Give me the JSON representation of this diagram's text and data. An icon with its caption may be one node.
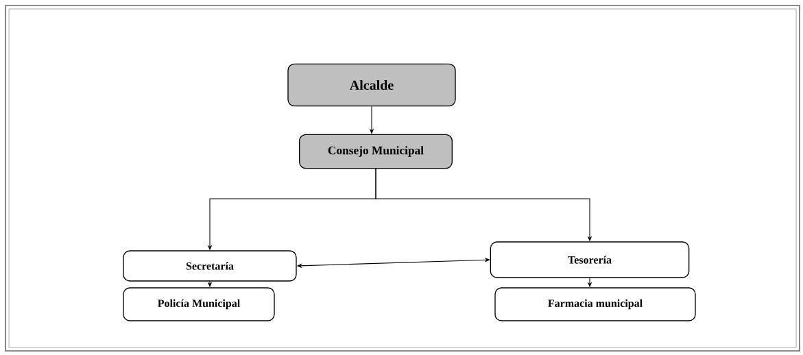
{
  "diagram": {
    "nodes": [
      {
        "text": [
          "Alcalde"
        ]
      },
      {
        "text": [
          "Consejo Municipal"
        ]
      },
      {
        "text": [
          "Secretaría"
        ]
      },
      {
        "text": [
          "Tesorería"
        ]
      },
      {
        "text": [
          "Policía Municipal"
        ]
      },
      {
        "text": [
          "Farmacia municipal"
        ]
      }
    ],
    "edges": [
      {
        "from": 0,
        "to": 1,
        "arrow": "to"
      },
      {
        "from": 1,
        "to": 2,
        "arrow": "to"
      },
      {
        "from": 1,
        "to": 3,
        "arrow": "to"
      },
      {
        "from": 2,
        "to": 3,
        "arrow": "both"
      },
      {
        "from": 2,
        "to": 4,
        "arrow": "to"
      },
      {
        "from": 3,
        "to": 5,
        "arrow": "to"
      }
    ]
  }
}
